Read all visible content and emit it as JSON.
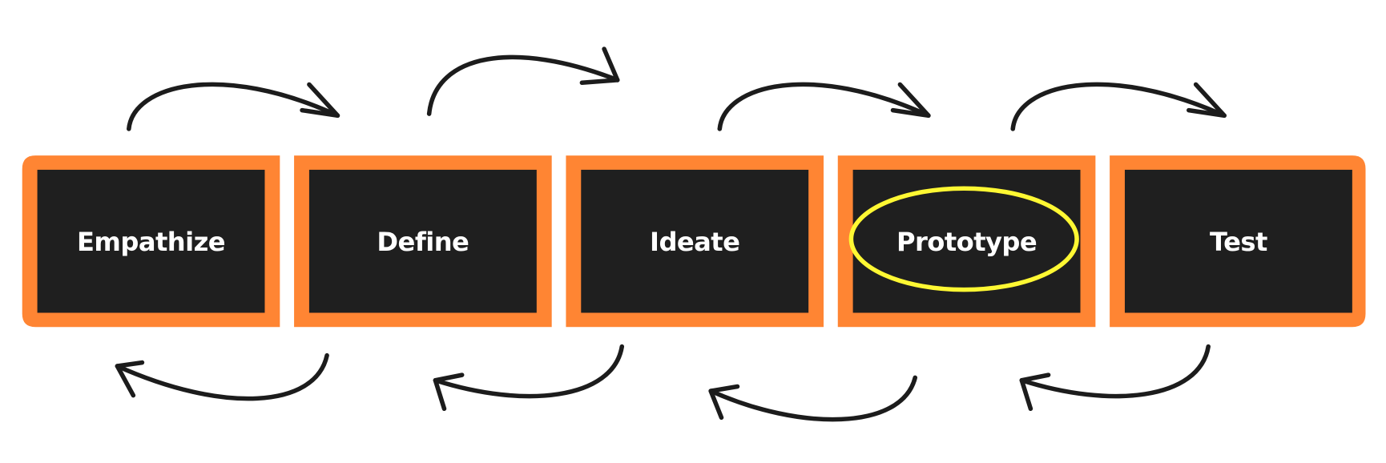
{
  "stages": [
    {
      "label": "Empathize"
    },
    {
      "label": "Define"
    },
    {
      "label": "Ideate"
    },
    {
      "label": "Prototype",
      "highlighted": true
    },
    {
      "label": "Test"
    }
  ],
  "colors": {
    "border": "#FF8533",
    "box": "#1F1F1F",
    "text": "#FFFFFF",
    "highlight": "#FFF833",
    "arrows": "#1C1C1C"
  }
}
